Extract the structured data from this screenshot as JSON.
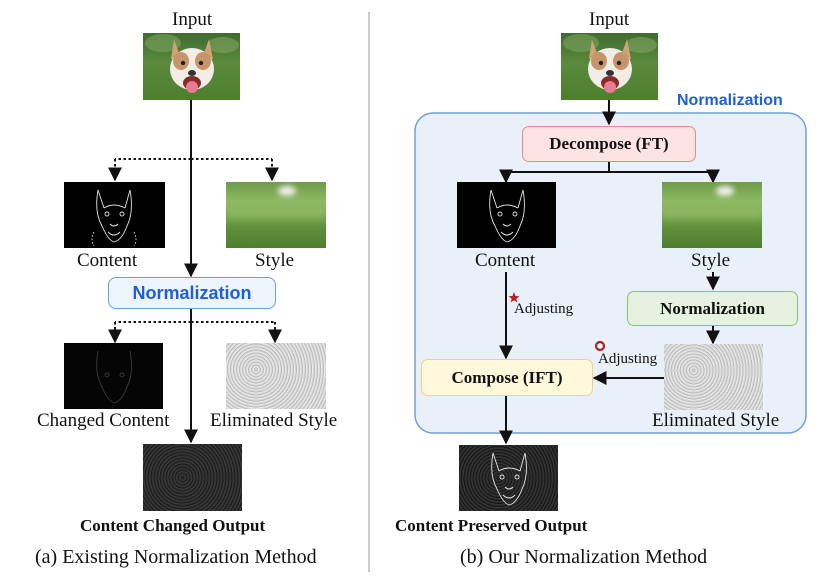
{
  "left_panel": {
    "input_label": "Input",
    "content_label": "Content",
    "style_label": "Style",
    "normalization_label": "Normalization",
    "changed_content_label": "Changed Content",
    "eliminated_style_label": "Eliminated Style",
    "output_label": "Content Changed Output",
    "caption": "(a) Existing Normalization Method"
  },
  "right_panel": {
    "input_label": "Input",
    "group_title": "Normalization",
    "decompose_label": "Decompose (FT)",
    "content_label": "Content",
    "style_label": "Style",
    "normalization_label": "Normalization",
    "adjusting_label_1": "Adjusting",
    "adjusting_label_2": "Adjusting",
    "compose_label": "Compose (IFT)",
    "eliminated_style_label": "Eliminated Style",
    "output_label": "Content Preserved Output",
    "caption": "(b) Our Normalization Method"
  },
  "colors": {
    "accent_blue": "#1f5fd6",
    "decompose_fill": "#fde3e3",
    "decompose_border": "#e58a8a",
    "normalization_fill": "#e6f1df",
    "normalization_border": "#8cbf7a",
    "compose_fill": "#fff8dc",
    "compose_border": "#f0d27a",
    "group_fill": "#e9f0fa",
    "group_border": "#6f9fd8",
    "star_mark": "#b22222"
  }
}
